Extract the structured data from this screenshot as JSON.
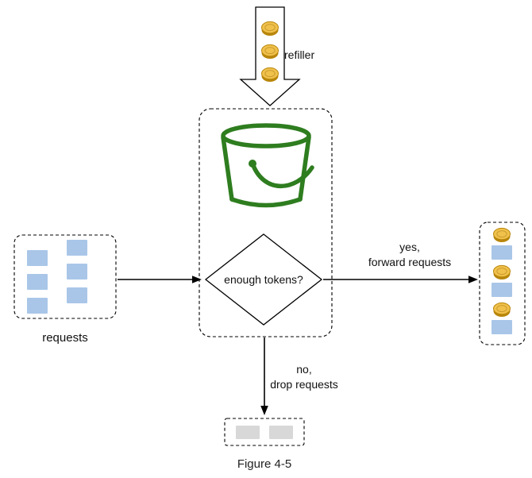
{
  "diagram": {
    "refiller": {
      "label": "refiller",
      "coin_count": 3
    },
    "bucket_node": {
      "decision_label": "enough tokens?"
    },
    "requests_node": {
      "label": "requests",
      "request_count": 6
    },
    "yes_branch": {
      "line1": "yes,",
      "line2": "forward requests"
    },
    "forwarded_node": {
      "coin_count": 3,
      "request_count": 3
    },
    "no_branch": {
      "line1": "no,",
      "line2": "drop requests"
    },
    "dropped_node": {
      "block_count": 2
    },
    "caption": "Figure 4-5"
  },
  "colors": {
    "bucket_green": "#2e7d1f",
    "coin_gold": "#f0c14b",
    "coin_edge": "#b8860b",
    "coin_inner": "#c99b2e",
    "request_blue": "#a9c6e8",
    "dropped_gray": "#d8d8d8",
    "line_black": "#000000"
  },
  "icons": {
    "coin": "gold coin (stacked ellipses)",
    "request_block": "light-blue square",
    "dropped_block": "gray square"
  }
}
